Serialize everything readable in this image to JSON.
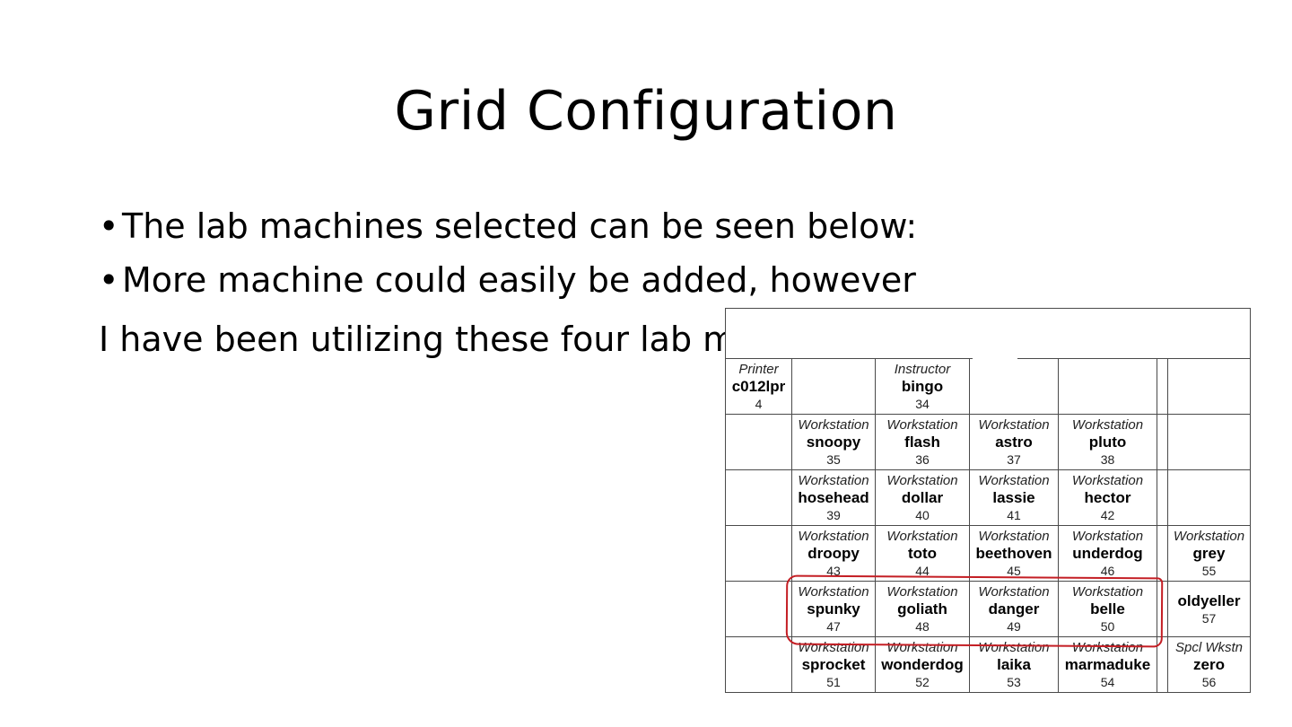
{
  "slide": {
    "title": "Grid Configuration",
    "bullets": [
      "The lab machines selected can be seen below:",
      "More machine could easily be added, however"
    ],
    "bullet_glyph": "•",
    "plain_text": "I have been utilizing these four lab machines"
  },
  "lab_table": {
    "highlight_color": "#c41e24",
    "rows": [
      [
        {
          "type": "Printer",
          "name": "c012lpr",
          "num": "4"
        },
        {},
        {
          "type": "Instructor",
          "name": "bingo",
          "num": "34"
        },
        {},
        {},
        {},
        {}
      ],
      [
        {},
        {
          "type": "Workstation",
          "name": "snoopy",
          "num": "35"
        },
        {
          "type": "Workstation",
          "name": "flash",
          "num": "36"
        },
        {
          "type": "Workstation",
          "name": "astro",
          "num": "37"
        },
        {
          "type": "Workstation",
          "name": "pluto",
          "num": "38"
        },
        {},
        {}
      ],
      [
        {},
        {
          "type": "Workstation",
          "name": "hosehead",
          "num": "39"
        },
        {
          "type": "Workstation",
          "name": "dollar",
          "num": "40"
        },
        {
          "type": "Workstation",
          "name": "lassie",
          "num": "41"
        },
        {
          "type": "Workstation",
          "name": "hector",
          "num": "42"
        },
        {},
        {}
      ],
      [
        {},
        {
          "type": "Workstation",
          "name": "droopy",
          "num": "43"
        },
        {
          "type": "Workstation",
          "name": "toto",
          "num": "44"
        },
        {
          "type": "Workstation",
          "name": "beethoven",
          "num": "45"
        },
        {
          "type": "Workstation",
          "name": "underdog",
          "num": "46"
        },
        {},
        {
          "type": "Workstation",
          "name": "grey",
          "num": "55"
        }
      ],
      [
        {},
        {
          "type": "Workstation",
          "name": "spunky",
          "num": "47"
        },
        {
          "type": "Workstation",
          "name": "goliath",
          "num": "48"
        },
        {
          "type": "Workstation",
          "name": "danger",
          "num": "49"
        },
        {
          "type": "Workstation",
          "name": "belle",
          "num": "50"
        },
        {},
        {
          "type": "",
          "name": "oldyeller",
          "num": "57"
        }
      ],
      [
        {},
        {
          "type": "Workstation",
          "name": "sprocket",
          "num": "51"
        },
        {
          "type": "Workstation",
          "name": "wonderdog",
          "num": "52"
        },
        {
          "type": "Workstation",
          "name": "laika",
          "num": "53"
        },
        {
          "type": "Workstation",
          "name": "marmaduke",
          "num": "54"
        },
        {},
        {
          "type": "Spcl Wkstn",
          "name": "zero",
          "num": "56"
        }
      ]
    ]
  }
}
